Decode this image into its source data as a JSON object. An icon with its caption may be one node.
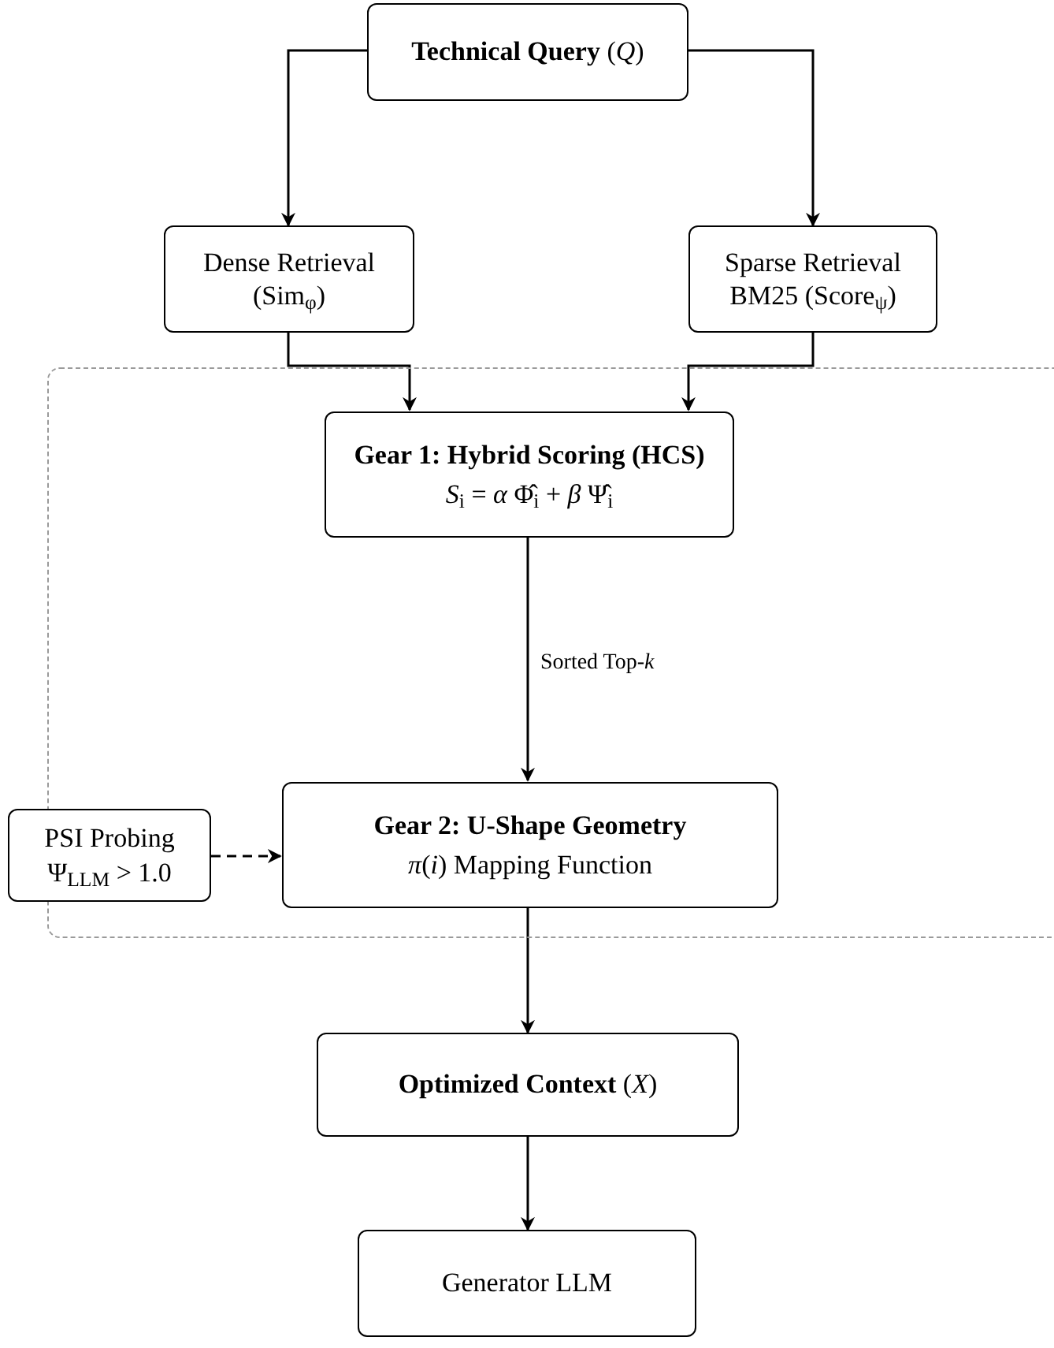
{
  "diagram": {
    "nodes": [
      {
        "text": [
          "**Technical Query** (*Q*)"
        ]
      },
      {
        "text": [
          "Dense Retrieval (Sim$_{φ}$)"
        ]
      },
      {
        "text": [
          "Sparse Retrieval BM25 (Score$_{ψ}$)"
        ]
      },
      {
        "text": [],
        "shape": "box"
      },
      {
        "text": [
          "Gear 1: Hybrid Scoring (HCS)",
          "*S*$_{i}$ = *α* Φ̂$_{i}$ + *β* Ψ̂$_{i}$"
        ],
        "in": 3
      },
      {
        "text": [
          "Gear 2: U-Shape Geometry",
          "*π*(*i*) Mapping Function"
        ],
        "in": 3
      },
      {
        "text": [
          "PSI Probing Ψ$_{LLM}$ > 1.0"
        ]
      },
      {
        "text": [
          "**Optimized Context** (*X*)"
        ]
      },
      {
        "text": [
          "Generator LLM"
        ]
      }
    ],
    "edges": [
      {
        "from": 0,
        "to": 1,
        "arrow": "to"
      },
      {
        "from": 0,
        "to": 2,
        "arrow": "to"
      },
      {
        "from": 1,
        "to": 4,
        "arrow": "to"
      },
      {
        "from": 2,
        "to": 4,
        "arrow": "to"
      },
      {
        "from": 4,
        "to": 5,
        "arrow": "to",
        "label": "Sorted Top-*k*"
      },
      {
        "from": 6,
        "to": 5,
        "arrow": "to",
        "style": "dashed"
      },
      {
        "from": 5,
        "to": 7,
        "arrow": "to"
      },
      {
        "from": 7,
        "to": 8,
        "arrow": "to"
      }
    ]
  }
}
